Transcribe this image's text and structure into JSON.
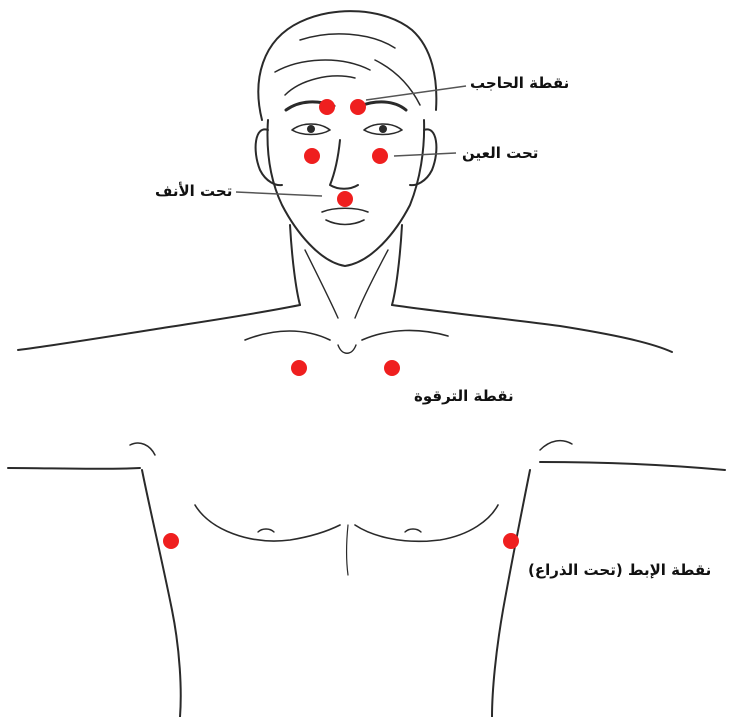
{
  "colors": {
    "point": "#ef1f1f",
    "line_art": "#2a2a2a",
    "background": "#ffffff"
  },
  "labels": {
    "eyebrow": "نقطة الحاجب",
    "under_eye": "تحت العين",
    "under_nose": "تحت الأنف",
    "collarbone": "نقطة الترقوة",
    "underarm": "نقطة الإبط (تحت الذراع)"
  },
  "points": [
    {
      "name": "eyebrow-left-point"
    },
    {
      "name": "eyebrow-right-point"
    },
    {
      "name": "under-eye-left-point"
    },
    {
      "name": "under-eye-right-point"
    },
    {
      "name": "under-nose-point"
    },
    {
      "name": "collarbone-left-point"
    },
    {
      "name": "collarbone-right-point"
    },
    {
      "name": "underarm-left-point"
    },
    {
      "name": "underarm-right-point"
    }
  ]
}
